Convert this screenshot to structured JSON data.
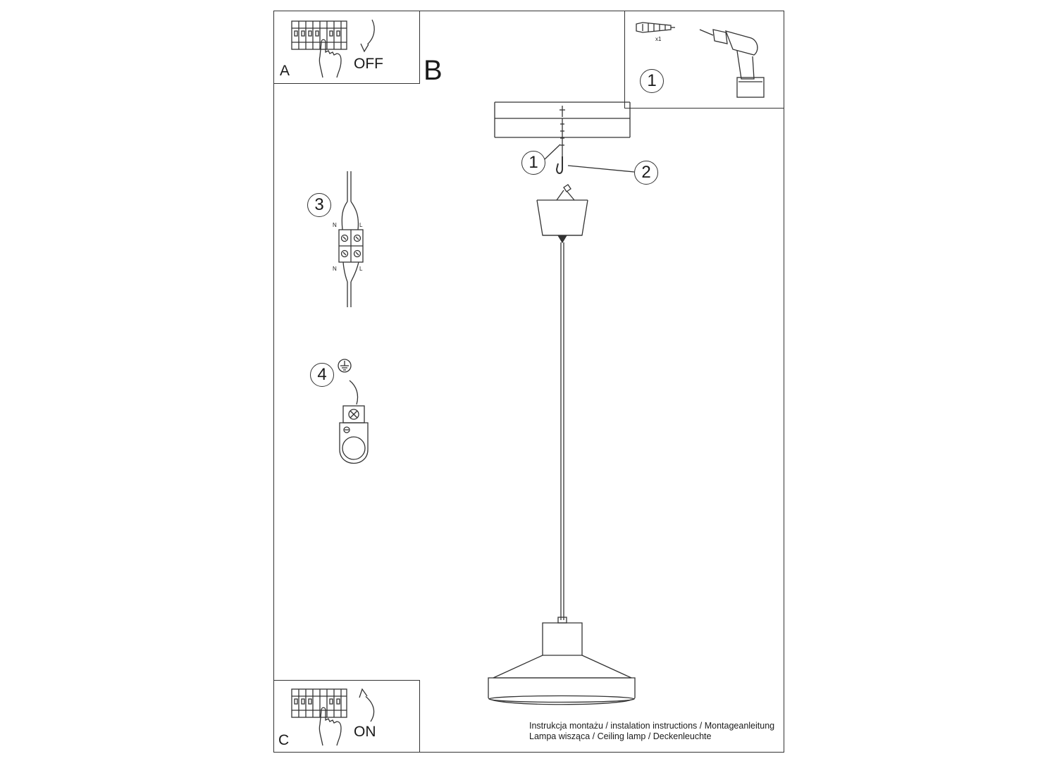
{
  "step_a": {
    "letter": "A",
    "switch_state": "OFF"
  },
  "step_b": {
    "letter": "B"
  },
  "step_c": {
    "letter": "C",
    "switch_state": "ON"
  },
  "kit": {
    "quantity": "x1",
    "step_number": "1"
  },
  "callouts": {
    "c1": "1",
    "c2": "2",
    "c3": "3",
    "c4": "4"
  },
  "connector_labels": {
    "n_top": "N",
    "l_top": "L",
    "n_bottom": "N",
    "l_bottom": "L"
  },
  "footer": {
    "line1": "Instrukcja montażu / instalation instructions / Montageanleitung",
    "line2": "Lampa wisząca / Ceiling lamp / Deckenleuchte"
  }
}
